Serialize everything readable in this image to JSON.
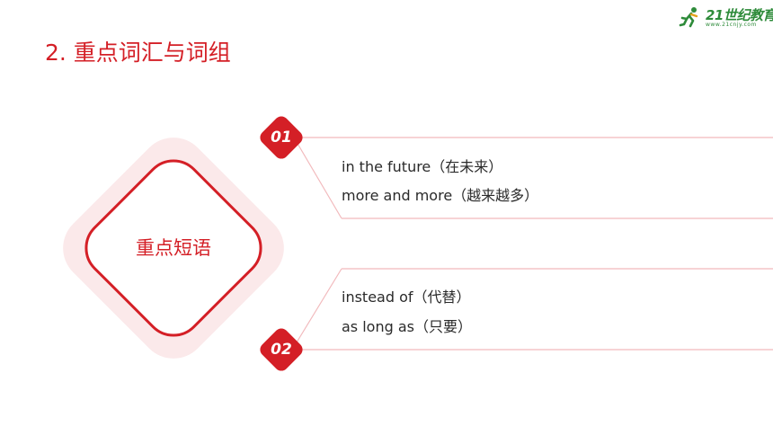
{
  "logo": {
    "brand": "21世纪教育",
    "domain": "www.21cnjy.com"
  },
  "title": "2. 重点词汇与词组",
  "center_label": "重点短语",
  "sections": [
    {
      "number": "01",
      "phrases": [
        "in the future（在未来）",
        "more and more（越来越多）"
      ]
    },
    {
      "number": "02",
      "phrases": [
        "instead of（代替）",
        "as long as（只要）"
      ]
    }
  ],
  "colors": {
    "accent": "#d41f26",
    "soft_bg": "#fbe9ea",
    "line": "#f2b9bc"
  }
}
